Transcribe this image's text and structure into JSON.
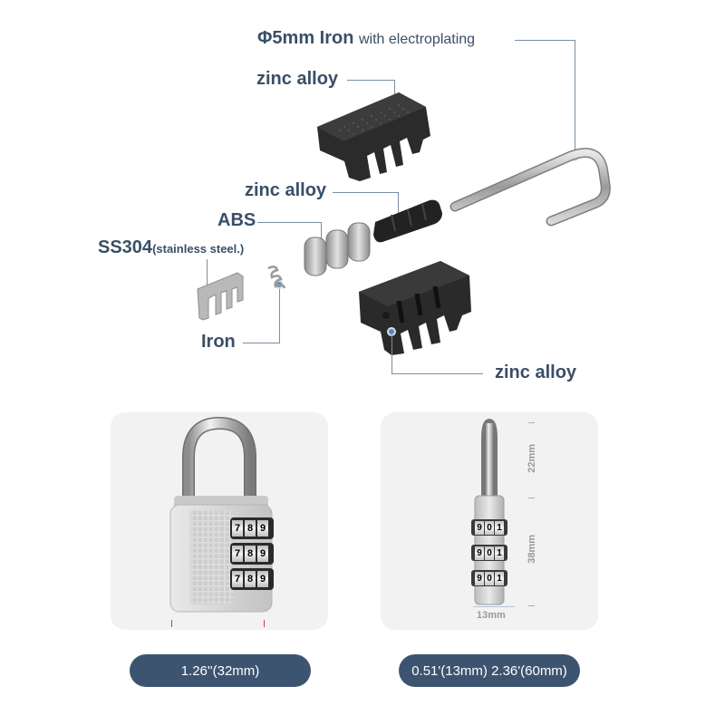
{
  "callouts": {
    "shackle_main": "Φ5mm Iron",
    "shackle_sub": "with electroplating",
    "top_cover": "zinc alloy",
    "spindle": "zinc alloy",
    "dials": "ABS",
    "plate_main": "SS304",
    "plate_sub": "(stainless steel.)",
    "spring": "Iron",
    "bottom_body": "zinc alloy"
  },
  "front_view": {
    "dial_digits": [
      "7",
      "8",
      "9"
    ],
    "width_label": "1.26''(32mm)"
  },
  "side_view": {
    "dial_digits": [
      "9",
      "0",
      "1"
    ],
    "shackle_height": "22mm",
    "body_height": "38mm",
    "thickness": "13mm",
    "dims_label": "0.51'(13mm) 2.36'(60mm)"
  },
  "colors": {
    "label_text": "#3a4f66",
    "pill": "#3d5470",
    "panel": "#f2f2f2",
    "accent_dot": "#5b86b3"
  }
}
